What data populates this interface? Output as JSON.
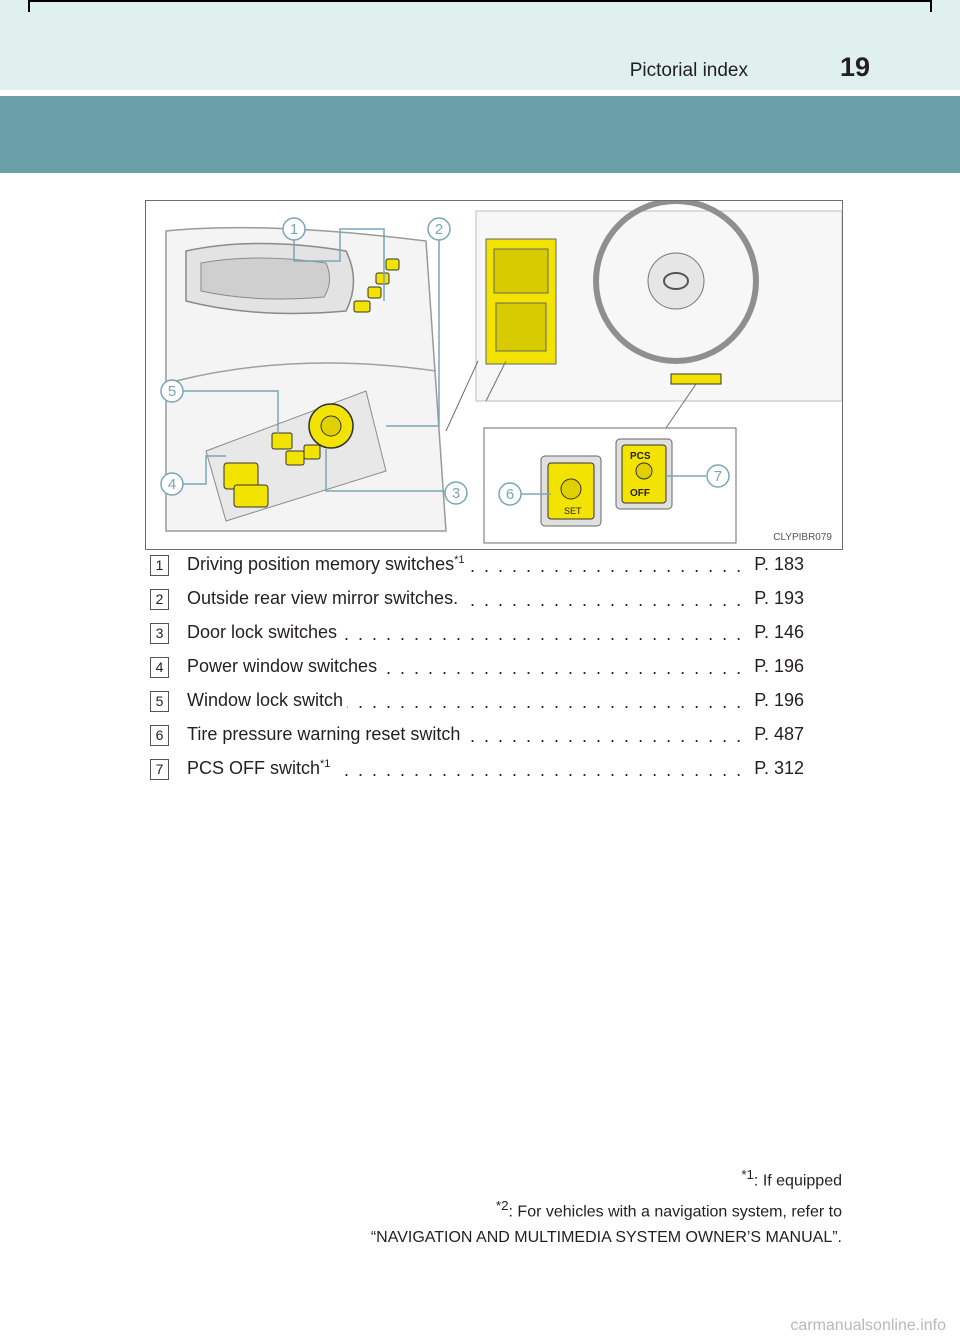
{
  "header": {
    "section_title": "Pictorial index",
    "page_number": "19"
  },
  "figure": {
    "code": "CLYPIBR079",
    "callouts": [
      "1",
      "2",
      "3",
      "4",
      "5",
      "6",
      "7"
    ],
    "button_labels": {
      "set": "SET",
      "pcs": "PCS",
      "off": "OFF"
    }
  },
  "items": [
    {
      "num": "1",
      "label": "Driving position memory switches",
      "sup": "*1",
      "page": "P. 183"
    },
    {
      "num": "2",
      "label": "Outside rear view mirror switches.",
      "sup": "",
      "page": "P. 193"
    },
    {
      "num": "3",
      "label": "Door lock switches",
      "sup": "",
      "page": "P. 146"
    },
    {
      "num": "4",
      "label": "Power window switches",
      "sup": "",
      "page": "P. 196"
    },
    {
      "num": "5",
      "label": "Window lock switch",
      "sup": "",
      "page": "P. 196"
    },
    {
      "num": "6",
      "label": "Tire pressure warning reset switch",
      "sup": "",
      "page": "P. 487"
    },
    {
      "num": "7",
      "label": "PCS OFF switch",
      "sup": "*1",
      "page": "P. 312"
    }
  ],
  "footnotes": {
    "fn1_mark": "*1",
    "fn1_text": ": If equipped",
    "fn2_mark": "*2",
    "fn2_text": ": For vehicles with a navigation system, refer to",
    "fn2_line2": "“NAVIGATION AND MULTIMEDIA SYSTEM OWNER’S MANUAL”."
  },
  "watermark": "carmanualsonline.info",
  "colors": {
    "header_bg": "#dff0ef",
    "band": "#6a9ea8",
    "highlight_yellow": "#f2e300",
    "callout_line": "#7aa6b5"
  }
}
